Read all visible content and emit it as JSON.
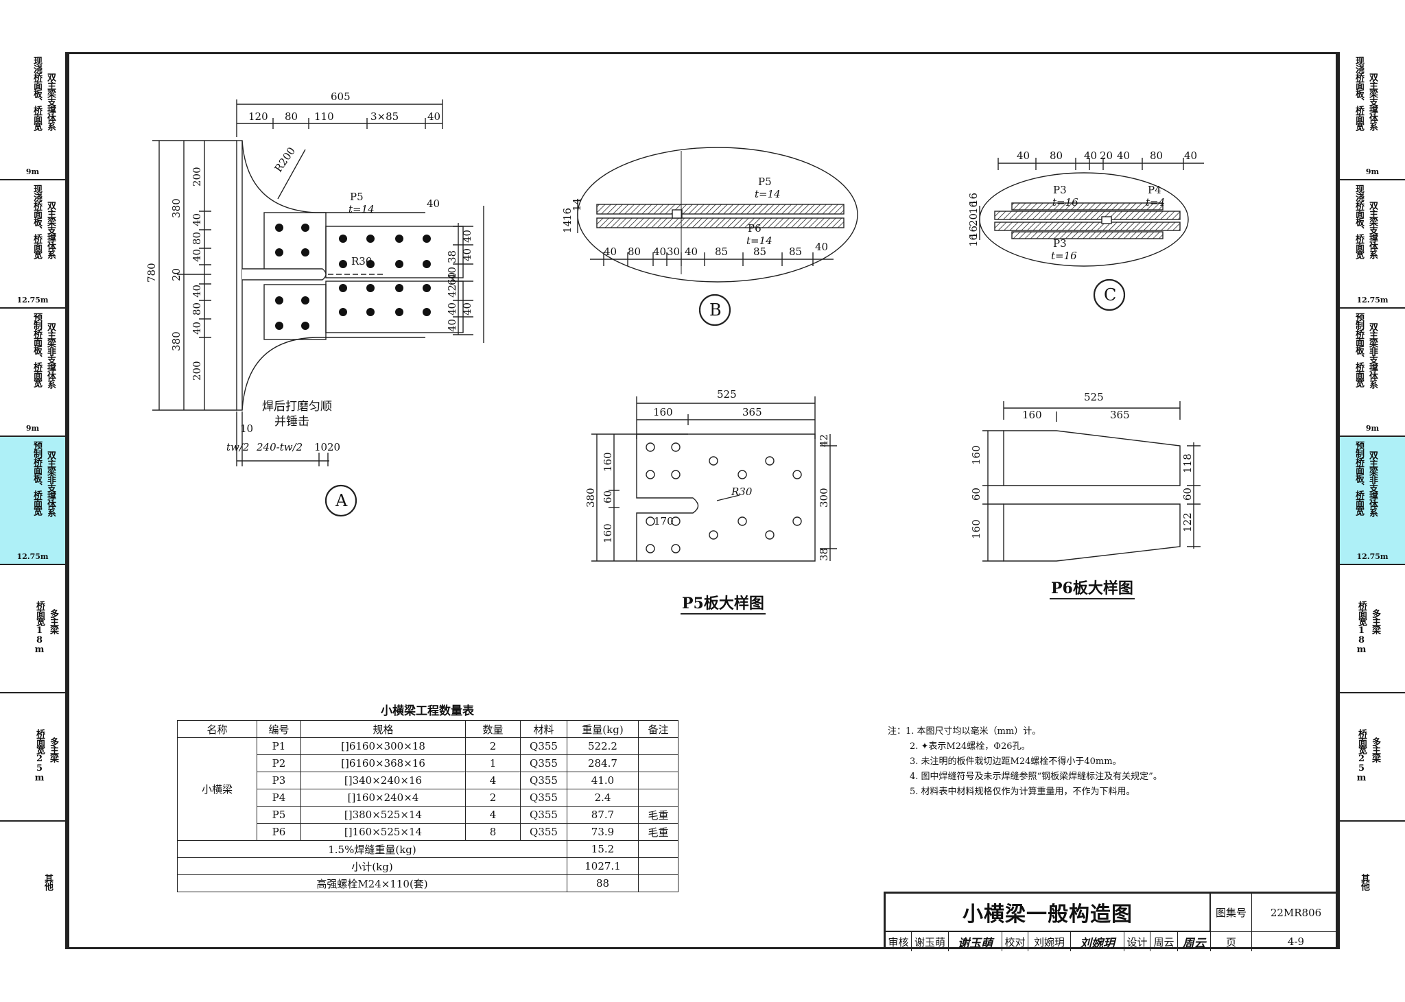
{
  "left_tabs": [
    {
      "col1": "现浇桥面板、桥面宽",
      "col2": "双主梁支撑体系",
      "sub": "9m",
      "active": false
    },
    {
      "col1": "现浇桥面板、桥面宽",
      "col2": "双主梁支撑体系",
      "sub": "12.75m",
      "active": false
    },
    {
      "col1": "预制桥面板、桥面宽",
      "col2": "双主梁非支撑体系",
      "sub": "9m",
      "active": false
    },
    {
      "col1": "预制桥面板、桥面宽",
      "col2": "双主梁非支撑体系",
      "sub": "12.75m",
      "active": true
    },
    {
      "col1": "桥面宽18m",
      "col2": "多主梁",
      "sub": "",
      "active": false
    },
    {
      "col1": "桥面宽25m",
      "col2": "多主梁",
      "sub": "",
      "active": false
    },
    {
      "col1": "其他",
      "col2": "",
      "sub": "",
      "active": false
    }
  ],
  "detail_a": {
    "label": "A",
    "dims_top": [
      "605",
      "120",
      "80",
      "110",
      "3×85",
      "40"
    ],
    "dims_left": [
      "780",
      "380",
      "380",
      "200",
      "40",
      "80",
      "40",
      "20",
      "40",
      "80",
      "40",
      "200"
    ],
    "dims_right": [
      "40",
      "40",
      "38",
      "40",
      "42",
      "60",
      "40",
      "40",
      "40"
    ],
    "radius_large": "R200",
    "radius_small": "R30",
    "plate_label": "P5",
    "plate_thk": "t=14",
    "dim_40": "40",
    "weld_note_1": "焊后打磨匀顺",
    "weld_note_2": "并锤击",
    "dims_bottom": [
      "tw/2",
      "10",
      "240-tw/2",
      "10",
      "20"
    ]
  },
  "detail_b": {
    "label": "B",
    "p5": "P5",
    "p5_t": "t=14",
    "p6": "P6",
    "p6_t": "t=14",
    "dims_bottom": [
      "40",
      "80",
      "40",
      "30",
      "40",
      "85",
      "85",
      "85",
      "40"
    ],
    "dims_left": [
      "16",
      "14",
      "14"
    ]
  },
  "detail_c": {
    "label": "C",
    "dims_top": [
      "40",
      "80",
      "40",
      "20",
      "40",
      "80",
      "40"
    ],
    "p3a": "P3",
    "p3a_t": "t=16",
    "p4": "P4",
    "p4_t": "t=4",
    "p3b": "P3",
    "p3b_t": "t=16",
    "dims_left": [
      "16",
      "20",
      "16",
      "16",
      "16"
    ]
  },
  "p5_plate": {
    "title": "P5板大样图",
    "dim_total": "525",
    "dim_a": "160",
    "dim_b": "365",
    "dims_left": [
      "380",
      "160",
      "60",
      "160"
    ],
    "dims_right": [
      "42",
      "300",
      "38"
    ],
    "radius": "R30",
    "hole_dim": "170"
  },
  "p6_plate": {
    "title": "P6板大样图",
    "dim_total": "525",
    "dim_a": "160",
    "dim_b": "365",
    "dims_left": [
      "160",
      "60",
      "160"
    ],
    "dims_right": [
      "118",
      "60",
      "122"
    ]
  },
  "qty_table": {
    "title": "小横梁工程数量表",
    "headers": [
      "名称",
      "编号",
      "规格",
      "数量",
      "材料",
      "重量(kg)",
      "备注"
    ],
    "group_name": "小横梁",
    "rows": [
      [
        "P1",
        "[]6160×300×18",
        "2",
        "Q355",
        "522.2",
        ""
      ],
      [
        "P2",
        "[]6160×368×16",
        "1",
        "Q355",
        "284.7",
        ""
      ],
      [
        "P3",
        "[]340×240×16",
        "4",
        "Q355",
        "41.0",
        ""
      ],
      [
        "P4",
        "[]160×240×4",
        "2",
        "Q355",
        "2.4",
        ""
      ],
      [
        "P5",
        "[]380×525×14",
        "4",
        "Q355",
        "87.7",
        "毛重"
      ],
      [
        "P6",
        "[]160×525×14",
        "8",
        "Q355",
        "73.9",
        "毛重"
      ]
    ],
    "summary": [
      [
        "1.5%焊缝重量(kg)",
        "15.2"
      ],
      [
        "小计(kg)",
        "1027.1"
      ],
      [
        "高强螺栓M24×110(套)",
        "88"
      ]
    ]
  },
  "notes": [
    "注：1. 本图尺寸均以毫米（mm）计。",
    "2. ✦表示M24螺栓，Φ26孔。",
    "3. 未注明的板件栽切边距M24螺栓不得小于40mm。",
    "4. 图中焊缝符号及未示焊缝参照“钢板梁焊缝标注及有关规定”。",
    "5. 材料表中材料规格仅作为计算重量用，不作为下料用。"
  ],
  "title_block": {
    "title": "小横梁一般构造图",
    "atlas_label": "图集号",
    "atlas_no": "22MR806",
    "page_label": "页",
    "page_no": "4-9",
    "review_label": "审核",
    "reviewer": "谢玉萌",
    "reviewer_sig": "谢玉萌",
    "check_label": "校对",
    "checker": "刘婉玥",
    "checker_sig": "刘婉玥",
    "design_label": "设计",
    "designer": "周云",
    "designer_sig": "周云"
  }
}
